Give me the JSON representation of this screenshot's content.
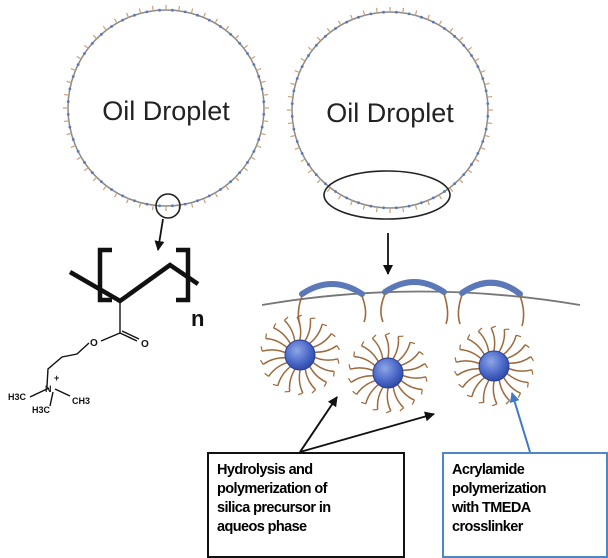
{
  "droplets": [
    {
      "label": "Oil Droplet"
    },
    {
      "label": "Oil Droplet"
    }
  ],
  "polymer": {
    "repeat_subscript": "n",
    "carbonyl_o": "O",
    "ester_o": "O",
    "nitrogen": "N",
    "charge": "+",
    "methyl_left_top": "H3C",
    "methyl_left_bottom": "H3C",
    "methyl_right": "CH3"
  },
  "annotations": {
    "left_box": [
      "Hydrolysis and",
      "polymerization of",
      "silica precursor in",
      "aqueos phase"
    ],
    "right_box": [
      "Acrylamide",
      "polymerization",
      "with TMEDA",
      "crosslinker"
    ]
  },
  "colors": {
    "outline": "#8a8a8a",
    "surfactant": "#5b78b8",
    "particle": "#3d5fc2",
    "strand": "#9c6a3c",
    "right_box_border": "#4f86c6",
    "arrow_blue": "#3f78c6"
  }
}
